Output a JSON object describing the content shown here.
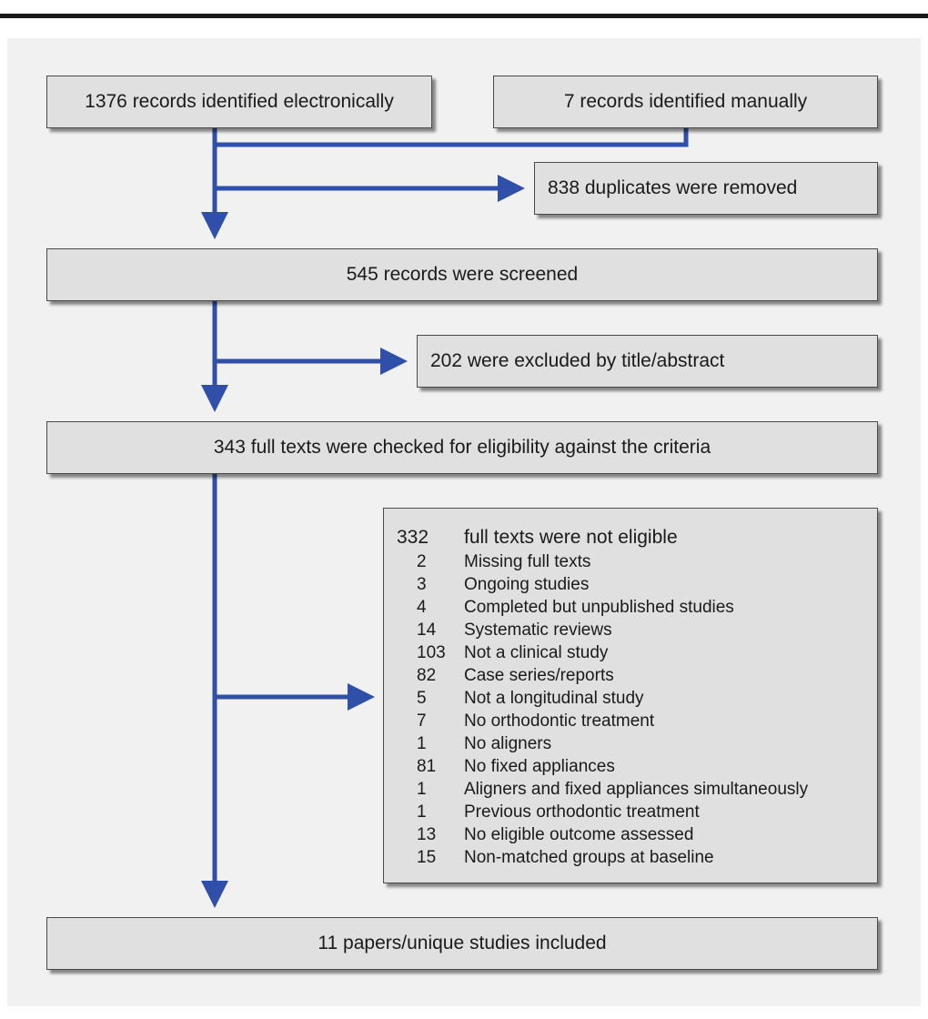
{
  "identification": {
    "electronic": "1376 records identified electronically",
    "manual": "7 records identified manually"
  },
  "duplicates": "838 duplicates were removed",
  "screened": "545 records were screened",
  "excluded_title": "202 were excluded by title/abstract",
  "full_text": "343 full texts were checked for eligibility against the criteria",
  "not_eligible": {
    "count": "332",
    "label": "full texts were not eligible",
    "reasons": [
      {
        "n": "2",
        "reason": "Missing full texts"
      },
      {
        "n": "3",
        "reason": "Ongoing studies"
      },
      {
        "n": "4",
        "reason": "Completed but unpublished studies"
      },
      {
        "n": "14",
        "reason": "Systematic reviews"
      },
      {
        "n": "103",
        "reason": "Not a clinical study"
      },
      {
        "n": "82",
        "reason": "Case series/reports"
      },
      {
        "n": "5",
        "reason": "Not a longitudinal study"
      },
      {
        "n": "7",
        "reason": "No orthodontic treatment"
      },
      {
        "n": "1",
        "reason": "No aligners"
      },
      {
        "n": "81",
        "reason": "No fixed appliances"
      },
      {
        "n": "1",
        "reason": "Aligners and fixed appliances simultaneously"
      },
      {
        "n": "1",
        "reason": "Previous orthodontic treatment"
      },
      {
        "n": "13",
        "reason": "No eligible outcome assessed"
      },
      {
        "n": "15",
        "reason": "Non-matched groups at baseline"
      }
    ]
  },
  "included": "11 papers/unique studies included",
  "colors": {
    "arrow": "#2f4fa8",
    "box": "#e0e0e0",
    "panel": "#f1f1f1"
  }
}
